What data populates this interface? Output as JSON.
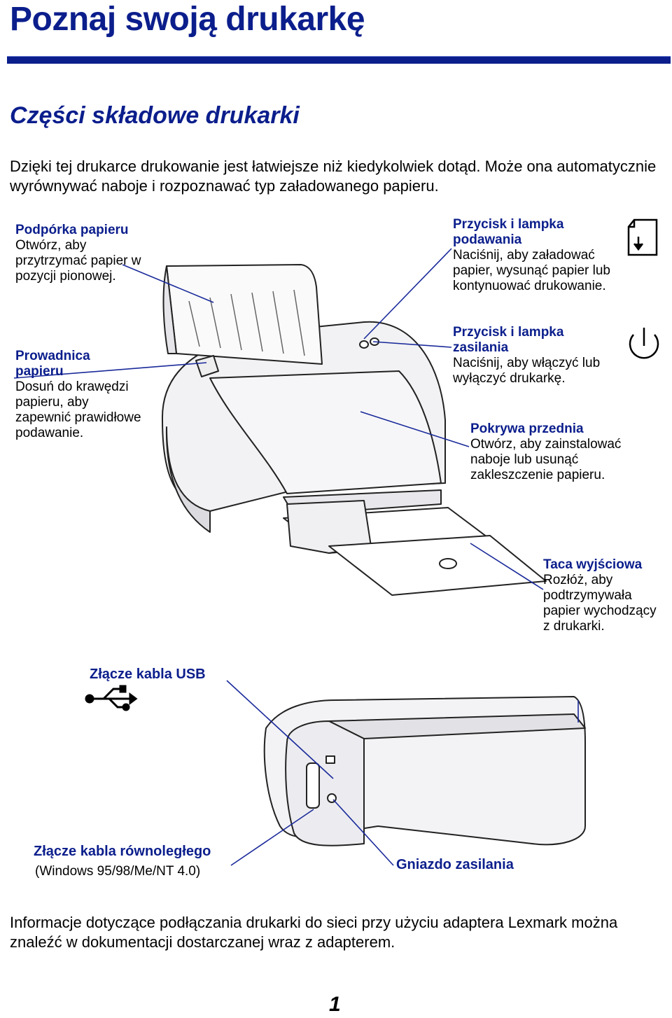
{
  "header": {
    "title": "Poznaj swoją drukarkę"
  },
  "section": {
    "title": "Części składowe drukarki"
  },
  "intro": "Dzięki tej drukarce drukowanie jest łatwiejsze niż kiedykolwiek dotąd. Może ona automatycznie wyrównywać naboje i rozpoznawać typ załadowanego papieru.",
  "callouts": {
    "paper_support": {
      "head": "Podpórka papieru",
      "body": "Otwórz, aby przytrzymać papier w pozycji pionowej."
    },
    "paper_guide": {
      "head": "Prowadnica papieru",
      "body": "Dosuń do krawędzi papieru, aby zapewnić prawidłowe podawanie."
    },
    "feed_button": {
      "head": "Przycisk i lampka podawania",
      "body": "Naciśnij, aby załadować papier, wysunąć papier lub kontynuować drukowanie."
    },
    "power_button": {
      "head": "Przycisk i lampka zasilania",
      "body": "Naciśnij, aby włączyć lub wyłączyć drukarkę."
    },
    "front_cover": {
      "head": "Pokrywa przednia",
      "body": "Otwórz, aby zainstalować naboje lub usunąć zakleszczenie papieru."
    },
    "output_tray": {
      "head": "Taca wyjściowa",
      "body": "Rozłóż, aby podtrzymywała papier wychodzący z drukarki."
    }
  },
  "connectors": {
    "usb": "Złącze kabla USB",
    "parallel": "Złącze kabla równoległego",
    "parallel_note": "(Windows 95/98/Me/NT 4.0)",
    "power_socket": "Gniazdo zasilania"
  },
  "footer": "Informacje dotyczące podłączania drukarki do sieci przy użyciu adaptera Lexmark można znaleźć w dokumentacji dostarczanej wraz z adapterem.",
  "page_number": "1",
  "colors": {
    "accent": "#0b1e8c",
    "line": "#1a2a9a"
  },
  "icons": [
    "paper-feed-icon",
    "power-icon",
    "usb-icon"
  ]
}
